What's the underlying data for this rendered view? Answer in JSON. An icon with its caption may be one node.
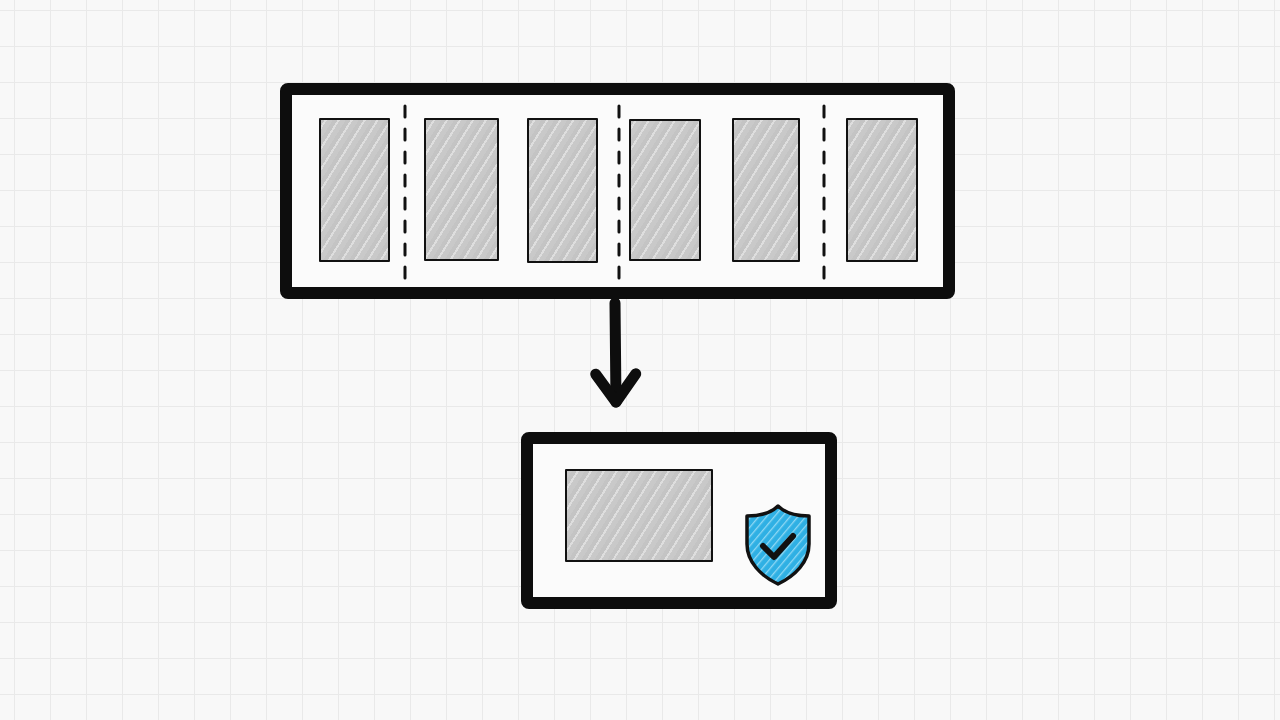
{
  "diagram": {
    "nodes": [
      {
        "text": [],
        "shape": "box"
      },
      {
        "text": [],
        "shape": "box",
        "in": 0
      },
      {
        "text": [],
        "shape": "box",
        "in": 0
      },
      {
        "text": [],
        "shape": "box",
        "in": 0
      },
      {
        "text": [],
        "shape": "box",
        "in": 0
      },
      {
        "text": [],
        "shape": "box",
        "in": 0
      },
      {
        "text": [],
        "shape": "box",
        "in": 0
      },
      {
        "text": [],
        "shape": "box"
      },
      {
        "text": [],
        "shape": "box",
        "in": 7
      }
    ],
    "edges": [
      {
        "from": 0,
        "to": 7,
        "arrow": "to"
      }
    ]
  }
}
